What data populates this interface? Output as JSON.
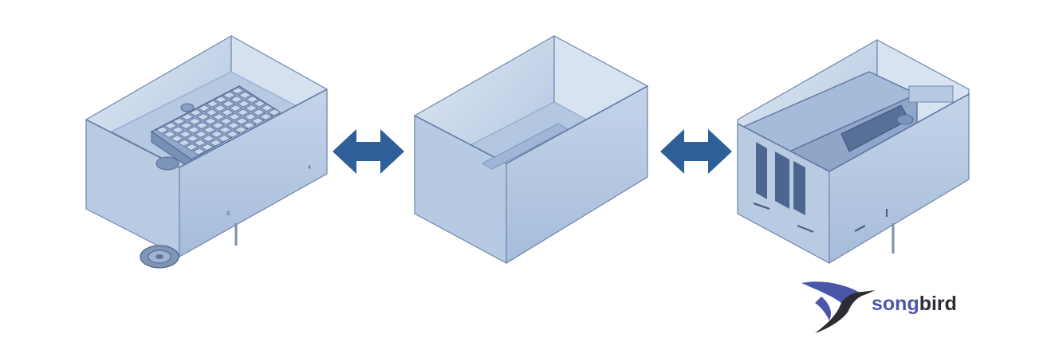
{
  "figure": {
    "panels": [
      {
        "id": "left",
        "description_name": "box-with-cartridge-rack"
      },
      {
        "id": "center",
        "description_name": "empty-box"
      },
      {
        "id": "right",
        "description_name": "box-with-printer-module"
      }
    ],
    "arrows": [
      "bidirectional",
      "bidirectional"
    ],
    "colors": {
      "box_light": "#c3d3e8",
      "box_mid": "#a9bfdc",
      "box_dark": "#8aa4c8",
      "edge": "#6f86ad",
      "arrow": "#2f5f98",
      "logo_blue": "#4a57a8",
      "logo_dark": "#2b2d33"
    }
  },
  "logo": {
    "word_part1": "song",
    "word_part2": "bird",
    "icon": "hummingbird-icon"
  }
}
